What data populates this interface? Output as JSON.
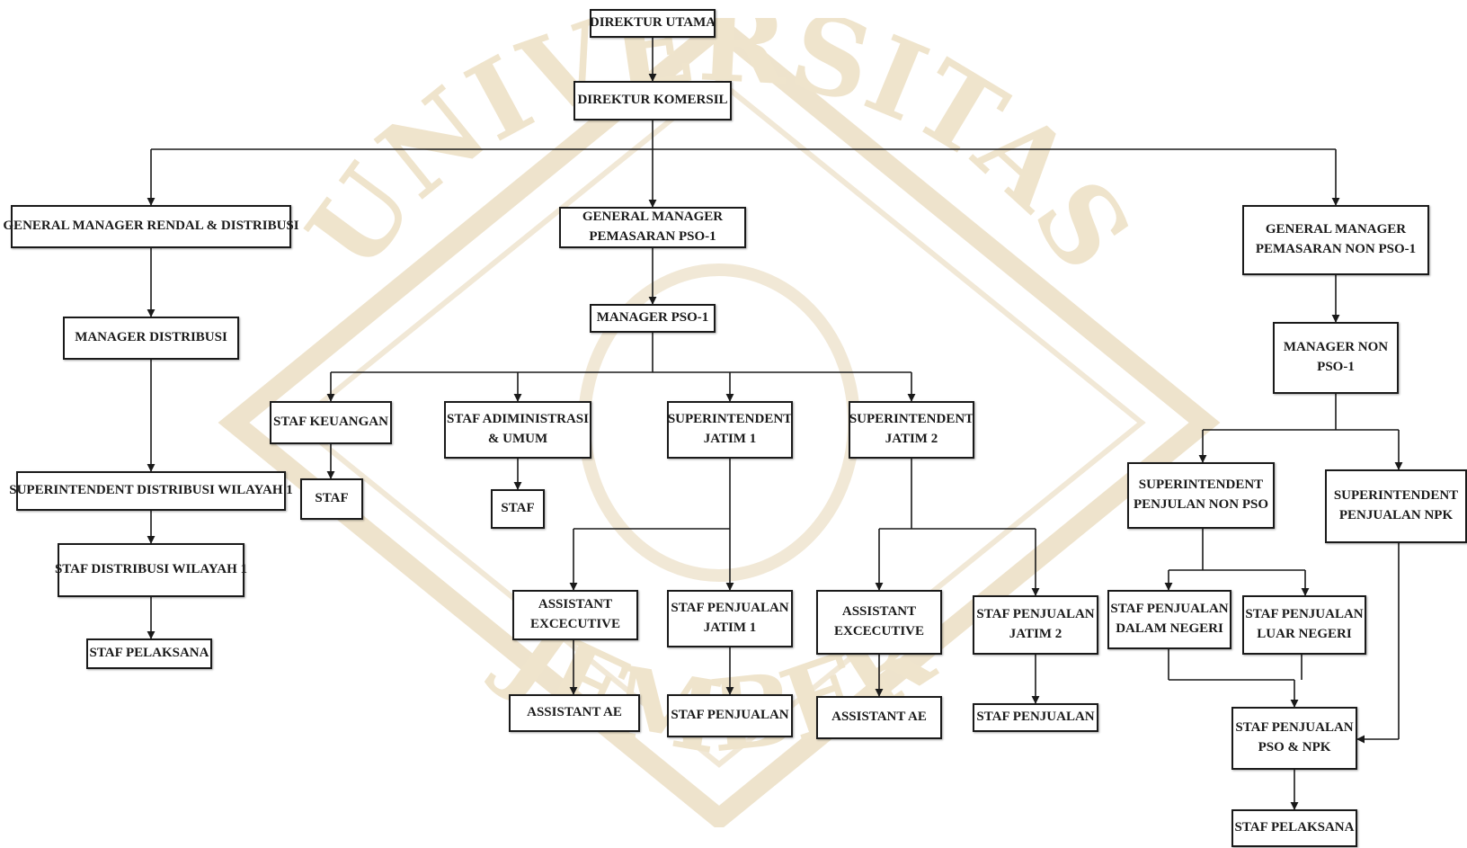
{
  "org_chart": {
    "direktur_utama": "DIREKTUR UTAMA",
    "direktur_komersil": "DIREKTUR KOMERSIL",
    "gm_rendal": "GENERAL MANAGER RENDAL & DISTRIBUSI",
    "manager_distribusi": "MANAGER DISTRIBUSI",
    "superintendent_distribusi": "SUPERINTENDENT DISTRIBUSI WILAYAH 1",
    "staf_distribusi": "STAF DISTRIBUSI WILAYAH 1",
    "staf_pelaksana_left": "STAF PELAKSANA",
    "gm_pso1": [
      "GENERAL MANAGER",
      "PEMASARAN PSO-1"
    ],
    "manager_pso1": "MANAGER PSO-1",
    "staf_keuangan": "STAF KEUANGAN",
    "staf_keuangan_child": "STAF",
    "staf_adm": [
      "STAF ADIMINISTRASI",
      "& UMUM"
    ],
    "staf_adm_child": "STAF",
    "sup_jatim1": [
      "SUPERINTENDENT",
      "JATIM 1"
    ],
    "sup_jatim2": [
      "SUPERINTENDENT",
      "JATIM 2"
    ],
    "asst_exec_1": [
      "ASSISTANT",
      "EXCECUTIVE"
    ],
    "asst_ae_1": "ASSISTANT AE",
    "staf_penjualan_jatim1": [
      "STAF PENJUALAN",
      "JATIM 1"
    ],
    "staf_penjualan_1": "STAF PENJUALAN",
    "asst_exec_2": [
      "ASSISTANT",
      "EXCECUTIVE"
    ],
    "asst_ae_2": "ASSISTANT AE",
    "staf_penjualan_jatim2": [
      "STAF PENJUALAN",
      "JATIM 2"
    ],
    "staf_penjualan_2": "STAF PENJUALAN",
    "gm_non_pso1": [
      "GENERAL MANAGER",
      "PEMASARAN NON PSO-1"
    ],
    "manager_non_pso1": [
      "MANAGER NON",
      "PSO-1"
    ],
    "sup_non_pso": [
      "SUPERINTENDENT",
      "PENJULAN NON PSO"
    ],
    "sup_npk": [
      "SUPERINTENDENT",
      "PENJUALAN NPK"
    ],
    "staf_dalam_negeri": [
      "STAF PENJUALAN",
      "DALAM NEGERI"
    ],
    "staf_luar_negeri": [
      "STAF PENJUALAN",
      "LUAR NEGERI"
    ],
    "staf_pso_npk": [
      "STAF PENJUALAN",
      "PSO & NPK"
    ],
    "staf_pelaksana_right": "STAF PELAKSANA"
  },
  "watermark_text": "UNIVERSITAS JEMBER",
  "colors": {
    "line": "#1a1a1a",
    "box_border": "#1a1a1a",
    "watermark": "#e9dcc0"
  }
}
